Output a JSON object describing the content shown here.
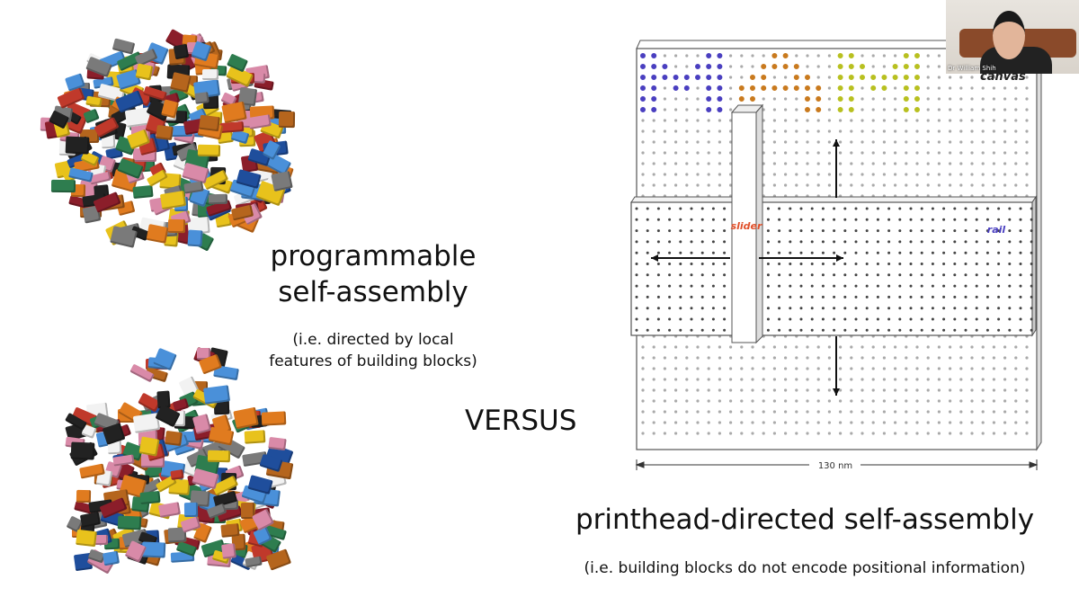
{
  "slide": {
    "left_title": "programmable self-assembly",
    "left_title_line1": "programmable",
    "left_title_line2": "self-assembly",
    "left_subtitle_line1": "(i.e. directed by local",
    "left_subtitle_line2": "features of building blocks)",
    "versus": "VERSUS",
    "right_title": "printhead-directed self-assembly",
    "right_subtitle": "(i.e. building blocks do not encode positional information)"
  },
  "diagram": {
    "canvas_label": "canvas",
    "slider_label": "slider",
    "rail_label": "rail",
    "scale_label": "130 nm",
    "colors": {
      "blue": "#4a3fc0",
      "orange": "#c97a1e",
      "yellow": "#b8c020",
      "slider": "#e0502a",
      "rail": "#4a3fc0"
    }
  },
  "video": {
    "participant_name": "Dr William Shih"
  }
}
